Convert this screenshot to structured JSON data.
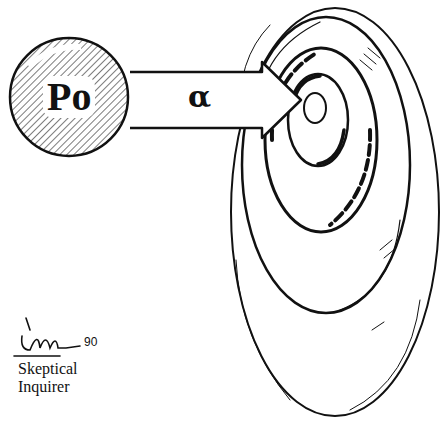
{
  "diagram": {
    "nodes": [
      {
        "text": [
          "Po"
        ]
      }
    ],
    "labels": [
      "α",
      "90",
      "Skeptical Inquirer"
    ]
  }
}
